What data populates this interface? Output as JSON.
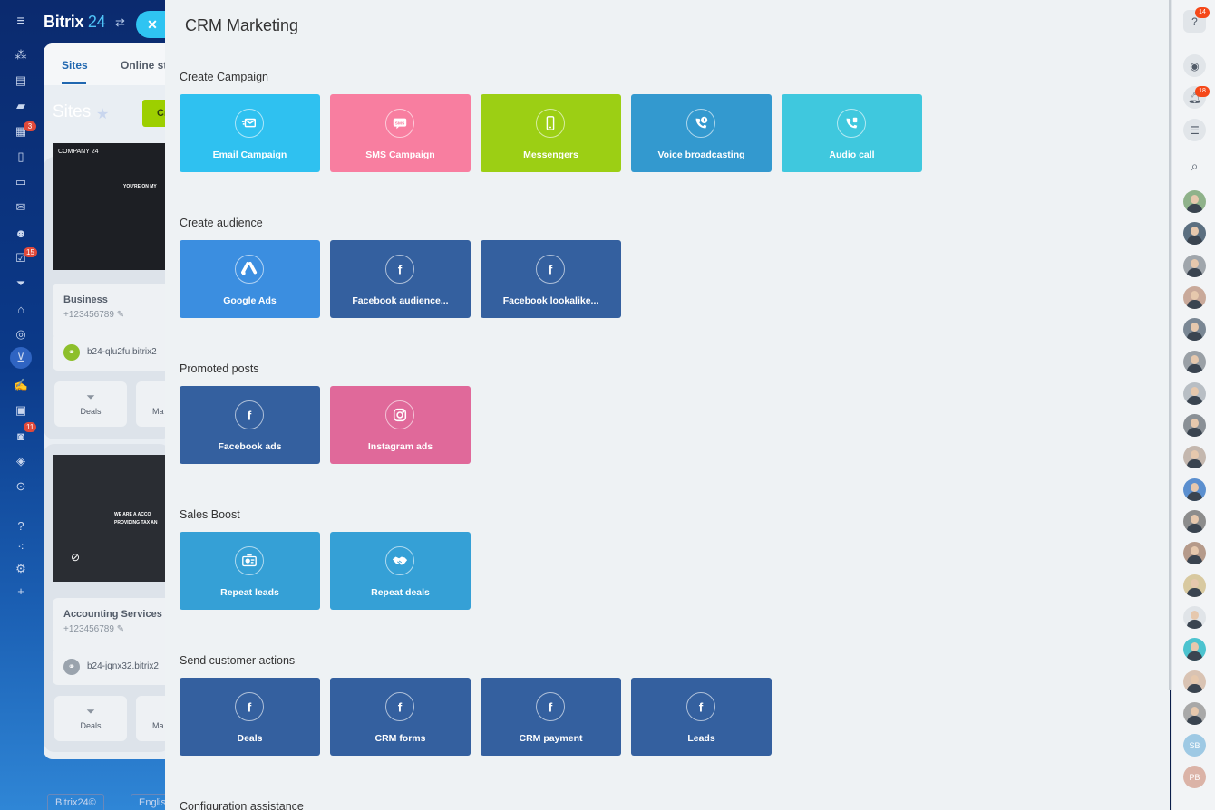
{
  "background_app": {
    "brand": {
      "name": "Bitrix",
      "num": "24"
    },
    "rail_badges": [
      "3",
      "15",
      "11"
    ],
    "tabs": [
      "Sites",
      "Online st"
    ],
    "page_title": "Sites",
    "create_label": "Cr",
    "sites": [
      {
        "thumb_company": "COMPANY 24",
        "thumb_headline": "YOU'RE ON MY",
        "name": "Business",
        "phone": "+123456789",
        "link": "b24-qlu2fu.bitrix2",
        "link_color": "#8dbf2b",
        "actions": [
          "Deals",
          "Ma"
        ]
      },
      {
        "thumb_company": "",
        "thumb_headline": "WE ARE A ACCO PROVIDING TAX AN",
        "name": "Accounting Services",
        "phone": "+123456789",
        "link": "b24-jqnx32.bitrix2",
        "link_color": "#9aa3ad",
        "actions": [
          "Deals",
          "Ma"
        ]
      }
    ],
    "footer": [
      "Bitrix24©",
      "Englis"
    ]
  },
  "panel": {
    "title": "CRM Marketing",
    "sections": [
      {
        "title": "Create Campaign",
        "tiles": [
          {
            "label": "Email Campaign",
            "icon": "email-icon",
            "color": "#2fc1f0"
          },
          {
            "label": "SMS Campaign",
            "icon": "sms-icon",
            "color": "#f87ea0"
          },
          {
            "label": "Messengers",
            "icon": "phone-icon",
            "color": "#9ccf14"
          },
          {
            "label": "Voice broadcasting",
            "icon": "voice-icon",
            "color": "#3399cf"
          },
          {
            "label": "Audio call",
            "icon": "audio-call-icon",
            "color": "#3fc8de"
          }
        ]
      },
      {
        "title": "Create audience",
        "tiles": [
          {
            "label": "Google Ads",
            "icon": "google-ads-icon",
            "color": "#3b8ee0"
          },
          {
            "label": "Facebook audience...",
            "icon": "facebook-icon",
            "color": "#34609f"
          },
          {
            "label": "Facebook lookalike...",
            "icon": "facebook-icon",
            "color": "#34609f"
          }
        ]
      },
      {
        "title": "Promoted posts",
        "tiles": [
          {
            "label": "Facebook ads",
            "icon": "facebook-icon",
            "color": "#34609f"
          },
          {
            "label": "Instagram ads",
            "icon": "instagram-icon",
            "color": "#e0699a"
          }
        ]
      },
      {
        "title": "Sales Boost",
        "tiles": [
          {
            "label": "Repeat leads",
            "icon": "repeat-leads-icon",
            "color": "#35a0d6"
          },
          {
            "label": "Repeat deals",
            "icon": "handshake-icon",
            "color": "#35a0d6"
          }
        ]
      },
      {
        "title": "Send customer actions",
        "tiles": [
          {
            "label": "Deals",
            "icon": "facebook-icon",
            "color": "#34609f"
          },
          {
            "label": "CRM forms",
            "icon": "facebook-icon",
            "color": "#34609f"
          },
          {
            "label": "CRM payment",
            "icon": "facebook-icon",
            "color": "#34609f"
          },
          {
            "label": "Leads",
            "icon": "facebook-icon",
            "color": "#34609f"
          }
        ]
      },
      {
        "title": "Configuration assistance",
        "tiles": []
      }
    ]
  },
  "right_bar": {
    "help_badge": "14",
    "notifications_badge": "18",
    "avatars_initials": [
      "SB",
      "PB"
    ]
  }
}
